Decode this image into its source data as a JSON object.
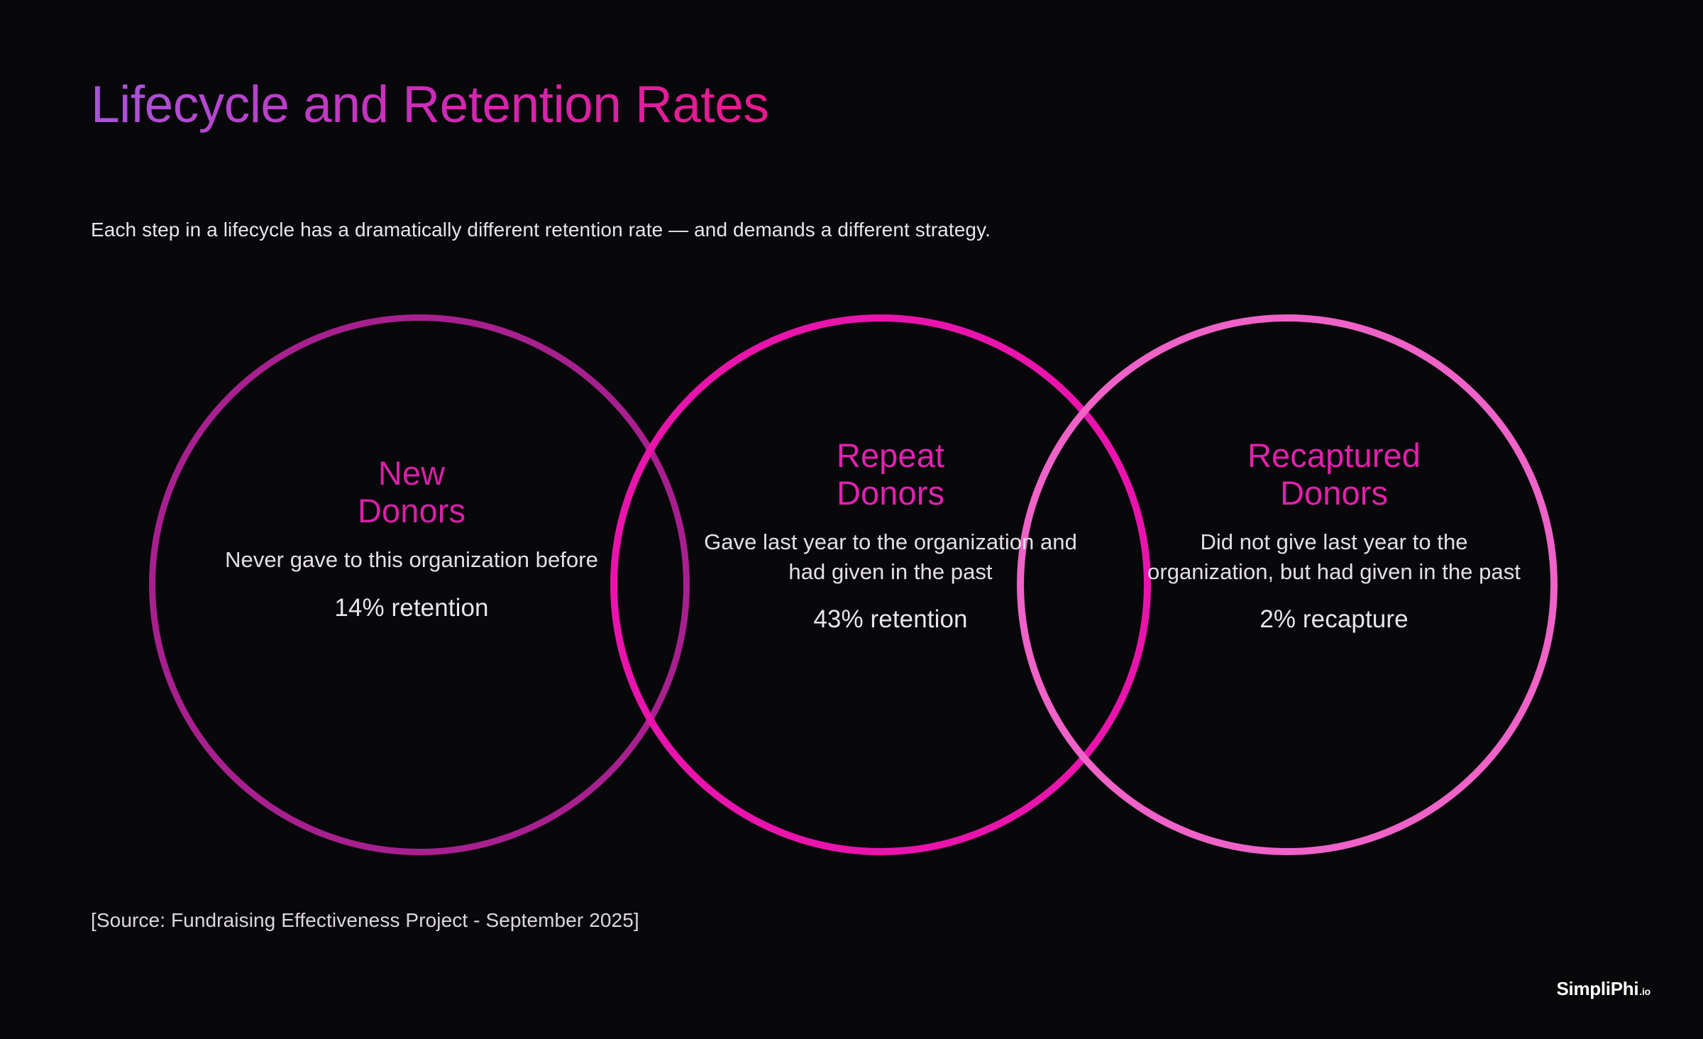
{
  "slide": {
    "title": "Lifecycle and Retention Rates",
    "subtitle": "Each step in a lifecycle has a dramatically different retention rate — and demands a different strategy.",
    "source_note": "[Source: Fundraising Effectiveness Project - September 2025]",
    "background_color": "#08080b"
  },
  "brand": {
    "name": "SimpliPhi",
    "tld": ".io"
  },
  "chart_data": {
    "type": "venn",
    "title": "Lifecycle and Retention Rates",
    "subtitle": "Each step in a lifecycle has a dramatically different retention rate — and demands a different strategy.",
    "categories": [
      "New Donors",
      "Repeat Donors",
      "Recaptured Donors"
    ],
    "values": [
      14,
      43,
      2
    ],
    "value_unit": "%",
    "value_labels": [
      "14% retention",
      "43% retention",
      "2% recapture"
    ],
    "annotations": [
      "Never gave to this organization before",
      "Gave last year to the organization and had given in the past",
      "Did not give last year to the organization, but had given in the past"
    ],
    "source": "[Source: Fundraising Effectiveness Project - September 2025]",
    "legend": "none",
    "grid": false
  },
  "circles": [
    {
      "id": "new",
      "heading_line1": "New",
      "heading_line2": "Donors",
      "description": "Never gave to this organization before",
      "stat": "14% retention",
      "stat_value": 14,
      "ring_color": "#a8208f",
      "heading_color": "#d820a6"
    },
    {
      "id": "repeat",
      "heading_line1": "Repeat",
      "heading_line2": "Donors",
      "description": "Gave last year to the organization and had given in the past",
      "stat": "43% retention",
      "stat_value": 43,
      "ring_color": "#ea14ad",
      "heading_color": "#e122ae"
    },
    {
      "id": "recaptured",
      "heading_line1": "Recaptured",
      "heading_line2": "Donors",
      "description": "Did not give last year to the organization, but had given in the past",
      "stat": "2% recapture",
      "stat_value": 2,
      "ring_color": "#ef62c8",
      "heading_color": "#e320ab"
    }
  ],
  "theme": {
    "title_gradient_start": "#a855d8",
    "title_gradient_end": "#e8198b",
    "body_text_color": "#e4dfe5"
  }
}
